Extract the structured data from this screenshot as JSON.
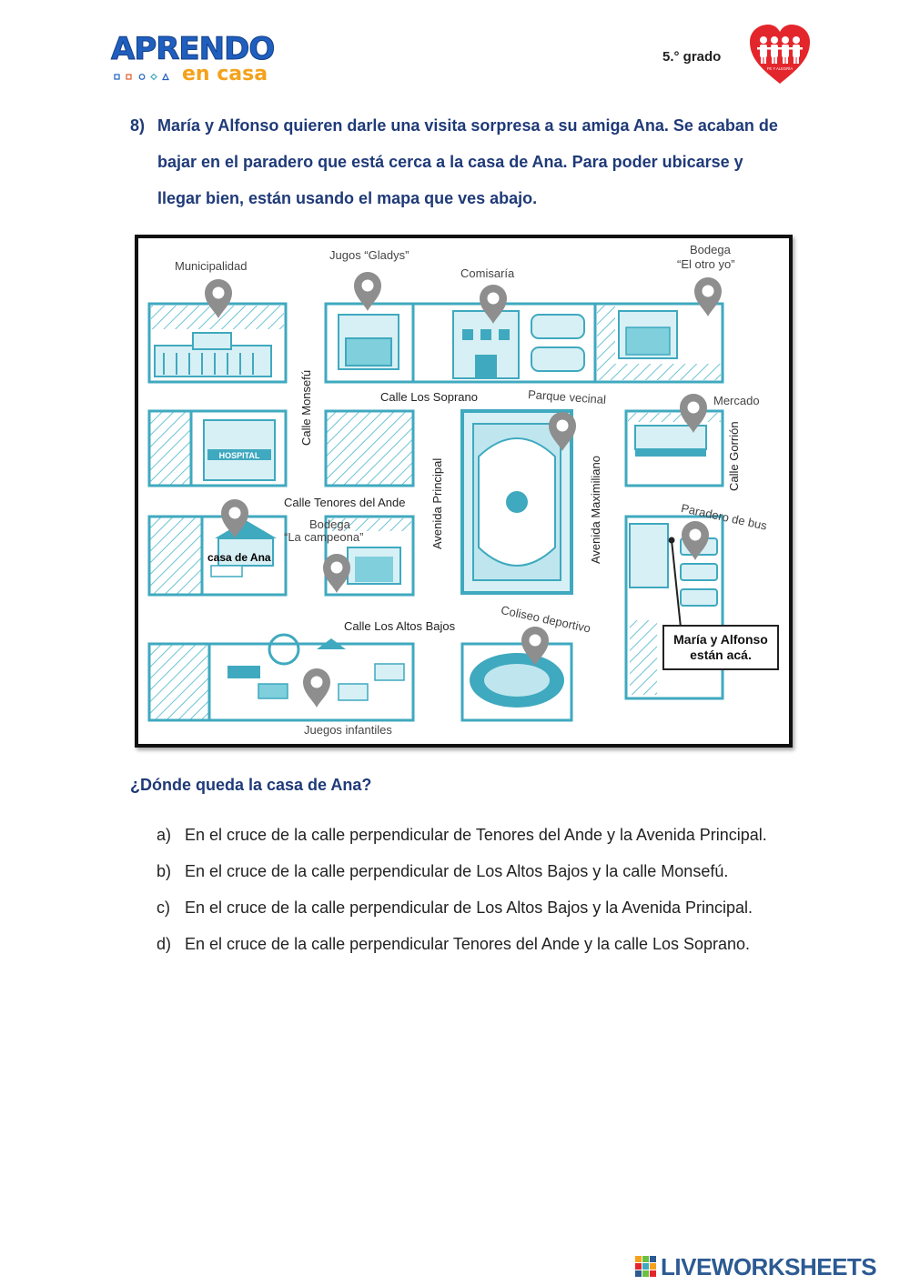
{
  "header": {
    "logo_main": "APRENDO",
    "logo_sub": "en casa",
    "grade": "5.° grado",
    "heart_text": "FE Y ALEGRÍA"
  },
  "question": {
    "number": "8)",
    "text": "María y Alfonso quieren darle una visita sorpresa a su amiga Ana. Se acaban de bajar en el paradero que está cerca a la casa de Ana. Para poder ubicarse y llegar bien, están usando el mapa que ves abajo."
  },
  "map": {
    "places": {
      "municipalidad": "Municipalidad",
      "jugos": "Jugos “Gladys”",
      "comisaria": "Comisaría",
      "bodega_otro_1": "Bodega",
      "bodega_otro_2": "“El otro yo”",
      "mercado": "Mercado",
      "parque": "Parque vecinal",
      "paradero": "Paradero de bus",
      "bodega_camp_1": "Bodega",
      "bodega_camp_2": "“La campeona”",
      "coliseo": "Coliseo deportivo",
      "juegos": "Juegos infantiles",
      "hospital": "HOSPITAL",
      "casa_ana": "casa de Ana"
    },
    "streets": {
      "soprano": "Calle Los Soprano",
      "tenores": "Calle Tenores del Ande",
      "altos": "Calle Los Altos Bajos",
      "monsefu": "Calle Monsefú",
      "principal": "Avenida Principal",
      "maximiliano": "Avenida Maximiliano",
      "gorrion": "Calle Gorrión"
    },
    "callout": {
      "line1": "María y Alfonso",
      "line2": "están acá."
    },
    "colors": {
      "block": "#3fa9bf",
      "fill": "#d7f0f5",
      "pin": "#8e8e8e"
    }
  },
  "ask": "¿Dónde queda la casa de Ana?",
  "options": [
    {
      "letter": "a)",
      "text": "En el cruce de la calle perpendicular de Tenores del Ande y la Avenida Principal."
    },
    {
      "letter": "b)",
      "text": "En el cruce de la calle perpendicular de Los Altos Bajos y la calle Monsefú."
    },
    {
      "letter": "c)",
      "text": "En el cruce de la calle perpendicular de Los Altos Bajos y la Avenida Principal."
    },
    {
      "letter": "d)",
      "text": "En el cruce de la calle perpendicular Tenores del Ande y la calle Los Soprano."
    }
  ],
  "footer": {
    "brand": "LIVEWORKSHEETS"
  }
}
